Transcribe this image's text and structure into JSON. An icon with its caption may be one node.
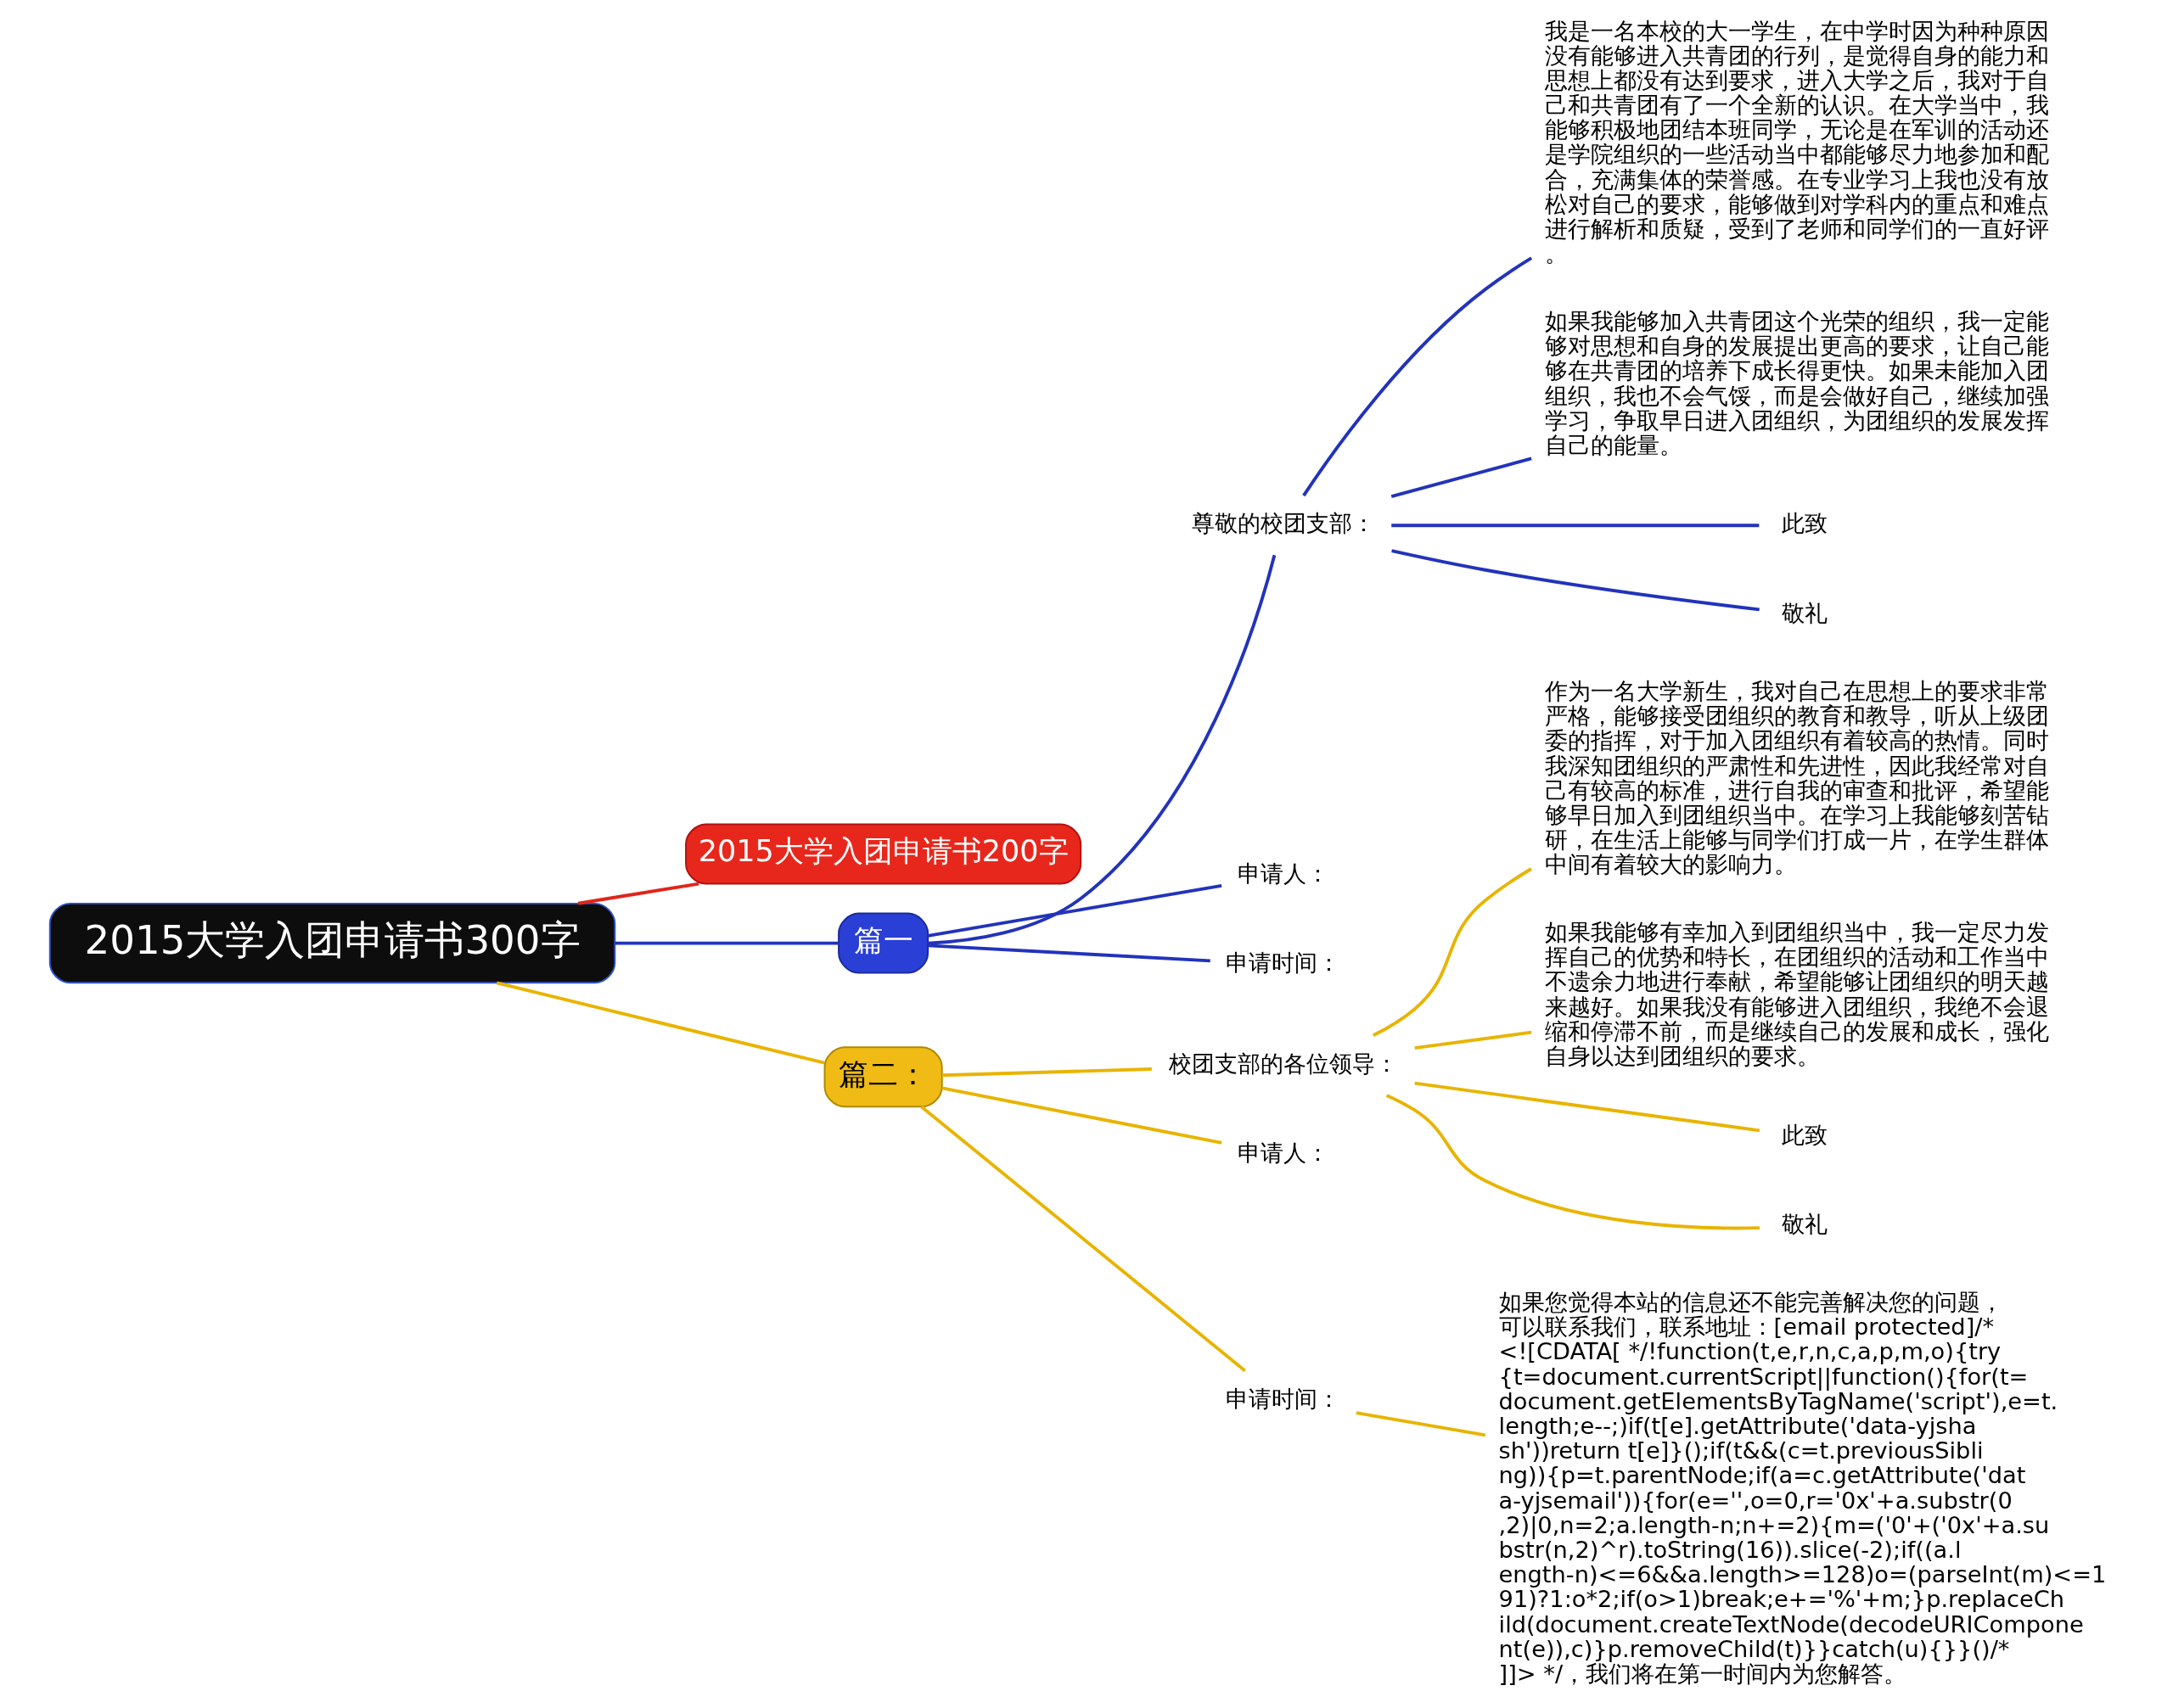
{
  "diagram": {
    "nodes": [
      {
        "text": [
          "2015大学入团申请书300字"
        ]
      },
      {
        "text": [
          "2015大学入团申请书200字"
        ]
      },
      {
        "text": [
          "篇一"
        ]
      },
      {
        "text": [
          "尊敬的校团支部："
        ]
      },
      {
        "text": [
          "我是一名本校的大一学生，在中学时因为种种原因没有能够进入共青团的行列，是觉得自身的能力和思想上都没有达到要求，进入大学之后，我对于自己和共青团有了一个全新的认识。在大学当中，我能够积极地团结本班同学，无论是在军训的活动还是学院组织的一些活动当中都能够尽力地参加和配合，充满集体的荣誉感。在专业学习上我也没有放松对自己的要求，能够做到对学科内的重点和难点进行解析和质疑，受到了老师和同学们的一直好评。"
        ]
      },
      {
        "text": [
          "如果我能够加入共青团这个光荣的组织，我一定能够对思想和自身的发展提出更高的要求，让自己能够在共青团的培养下成长得更快。如果未能加入团组织，我也不会气馁，而是会做好自己，继续加强学习，争取早日进入团组织，为团组织的发展发挥自己的能量。"
        ]
      },
      {
        "text": [
          "此致"
        ]
      },
      {
        "text": [
          "敬礼"
        ]
      },
      {
        "text": [
          "申请人："
        ]
      },
      {
        "text": [
          "申请时间："
        ]
      },
      {
        "text": [
          "篇二："
        ]
      },
      {
        "text": [
          "校团支部的各位领导："
        ]
      },
      {
        "text": [
          "作为一名大学新生，我对自己在思想上的要求非常严格，能够接受团组织的教育和教导，听从上级团委的指挥，对于加入团组织有着较高的热情。同时我深知团组织的严肃性和先进性，因此我经常对自己有较高的标准，进行自我的审查和批评，希望能够早日加入到团组织当中。在学习上我能够刻苦钻研，在生活上能够与同学们打成一片，在学生群体中间有着较大的影响力。"
        ]
      },
      {
        "text": [
          "如果我能够有幸加入到团组织当中，我一定尽力发挥自己的优势和特长，在团组织的活动和工作当中不遗余力地进行奉献，希望能够让团组织的明天越来越好。如果我没有能够进入团组织，我绝不会退缩和停滞不前，而是继续自己的发展和成长，强化自身以达到团组织的要求。"
        ]
      },
      {
        "text": [
          "此致"
        ]
      },
      {
        "text": [
          "敬礼"
        ]
      },
      {
        "text": [
          "申请人："
        ]
      },
      {
        "text": [
          "申请时间："
        ]
      },
      {
        "text": [
          "如果您觉得本站的信息还不能完善解决您的问题，可以联系我们，联系地址：[email protected]/* <![CDATA[ */!function(t,e,r,n,c,a,p,m,o){try{t=document.currentScript||function(){for(t=document.getElementsByTagName('script'),e=t.length;e--;)if(t[e].getAttribute('data-yjshash'))return t[e]}();if(t&&(c=t.previousSibling)){p=t.parentNode;if(a=c.getAttribute('data-yjsemail')){for(e='',o=0,r='0x'+a.substr(0,2)|0,n=2;a.length-n;n+=2){m=('0'+('0x'+a.substr(n,2)^r).toString(16)).slice(-2);if((a.length-n)<=6&&a.length>=128)o=(parseInt(m)<=191)?1:o*2;if(o>1)break;e+='%'+m;}p.replaceChild(document.createTextNode(decodeURIComponent(e)),c)}p.removeChild(t)}}catch(u){}}()/* ]]> */，我们将在第一时间内为您解答。"
        ]
      }
    ],
    "edges": [
      {
        "from": 0,
        "to": 1,
        "arrow": "none",
        "color": "#e0261b"
      },
      {
        "from": 0,
        "to": 2,
        "arrow": "none",
        "color": "#2233bb"
      },
      {
        "from": 0,
        "to": 10,
        "arrow": "none"
      },
      {
        "from": 2,
        "to": 3,
        "arrow": "none",
        "color": "#2233bb"
      },
      {
        "from": 2,
        "to": 8,
        "arrow": "none",
        "color": "#2233bb"
      },
      {
        "from": 2,
        "to": 9,
        "arrow": "none",
        "color": "#2233bb"
      },
      {
        "from": 3,
        "to": 4,
        "arrow": "none",
        "color": "#2233bb"
      },
      {
        "from": 3,
        "to": 5,
        "arrow": "none",
        "color": "#2233bb"
      },
      {
        "from": 3,
        "to": 6,
        "arrow": "none",
        "color": "#2233bb"
      },
      {
        "from": 3,
        "to": 7,
        "arrow": "none",
        "color": "#2233bb"
      },
      {
        "from": 10,
        "to": 11,
        "arrow": "none"
      },
      {
        "from": 10,
        "to": 16,
        "arrow": "none"
      },
      {
        "from": 10,
        "to": 17,
        "arrow": "none"
      },
      {
        "from": 11,
        "to": 12,
        "arrow": "none"
      },
      {
        "from": 11,
        "to": 13,
        "arrow": "none"
      },
      {
        "from": 11,
        "to": 14,
        "arrow": "none"
      },
      {
        "from": 11,
        "to": 15,
        "arrow": "none"
      },
      {
        "from": 17,
        "to": 18,
        "arrow": "none"
      }
    ]
  }
}
